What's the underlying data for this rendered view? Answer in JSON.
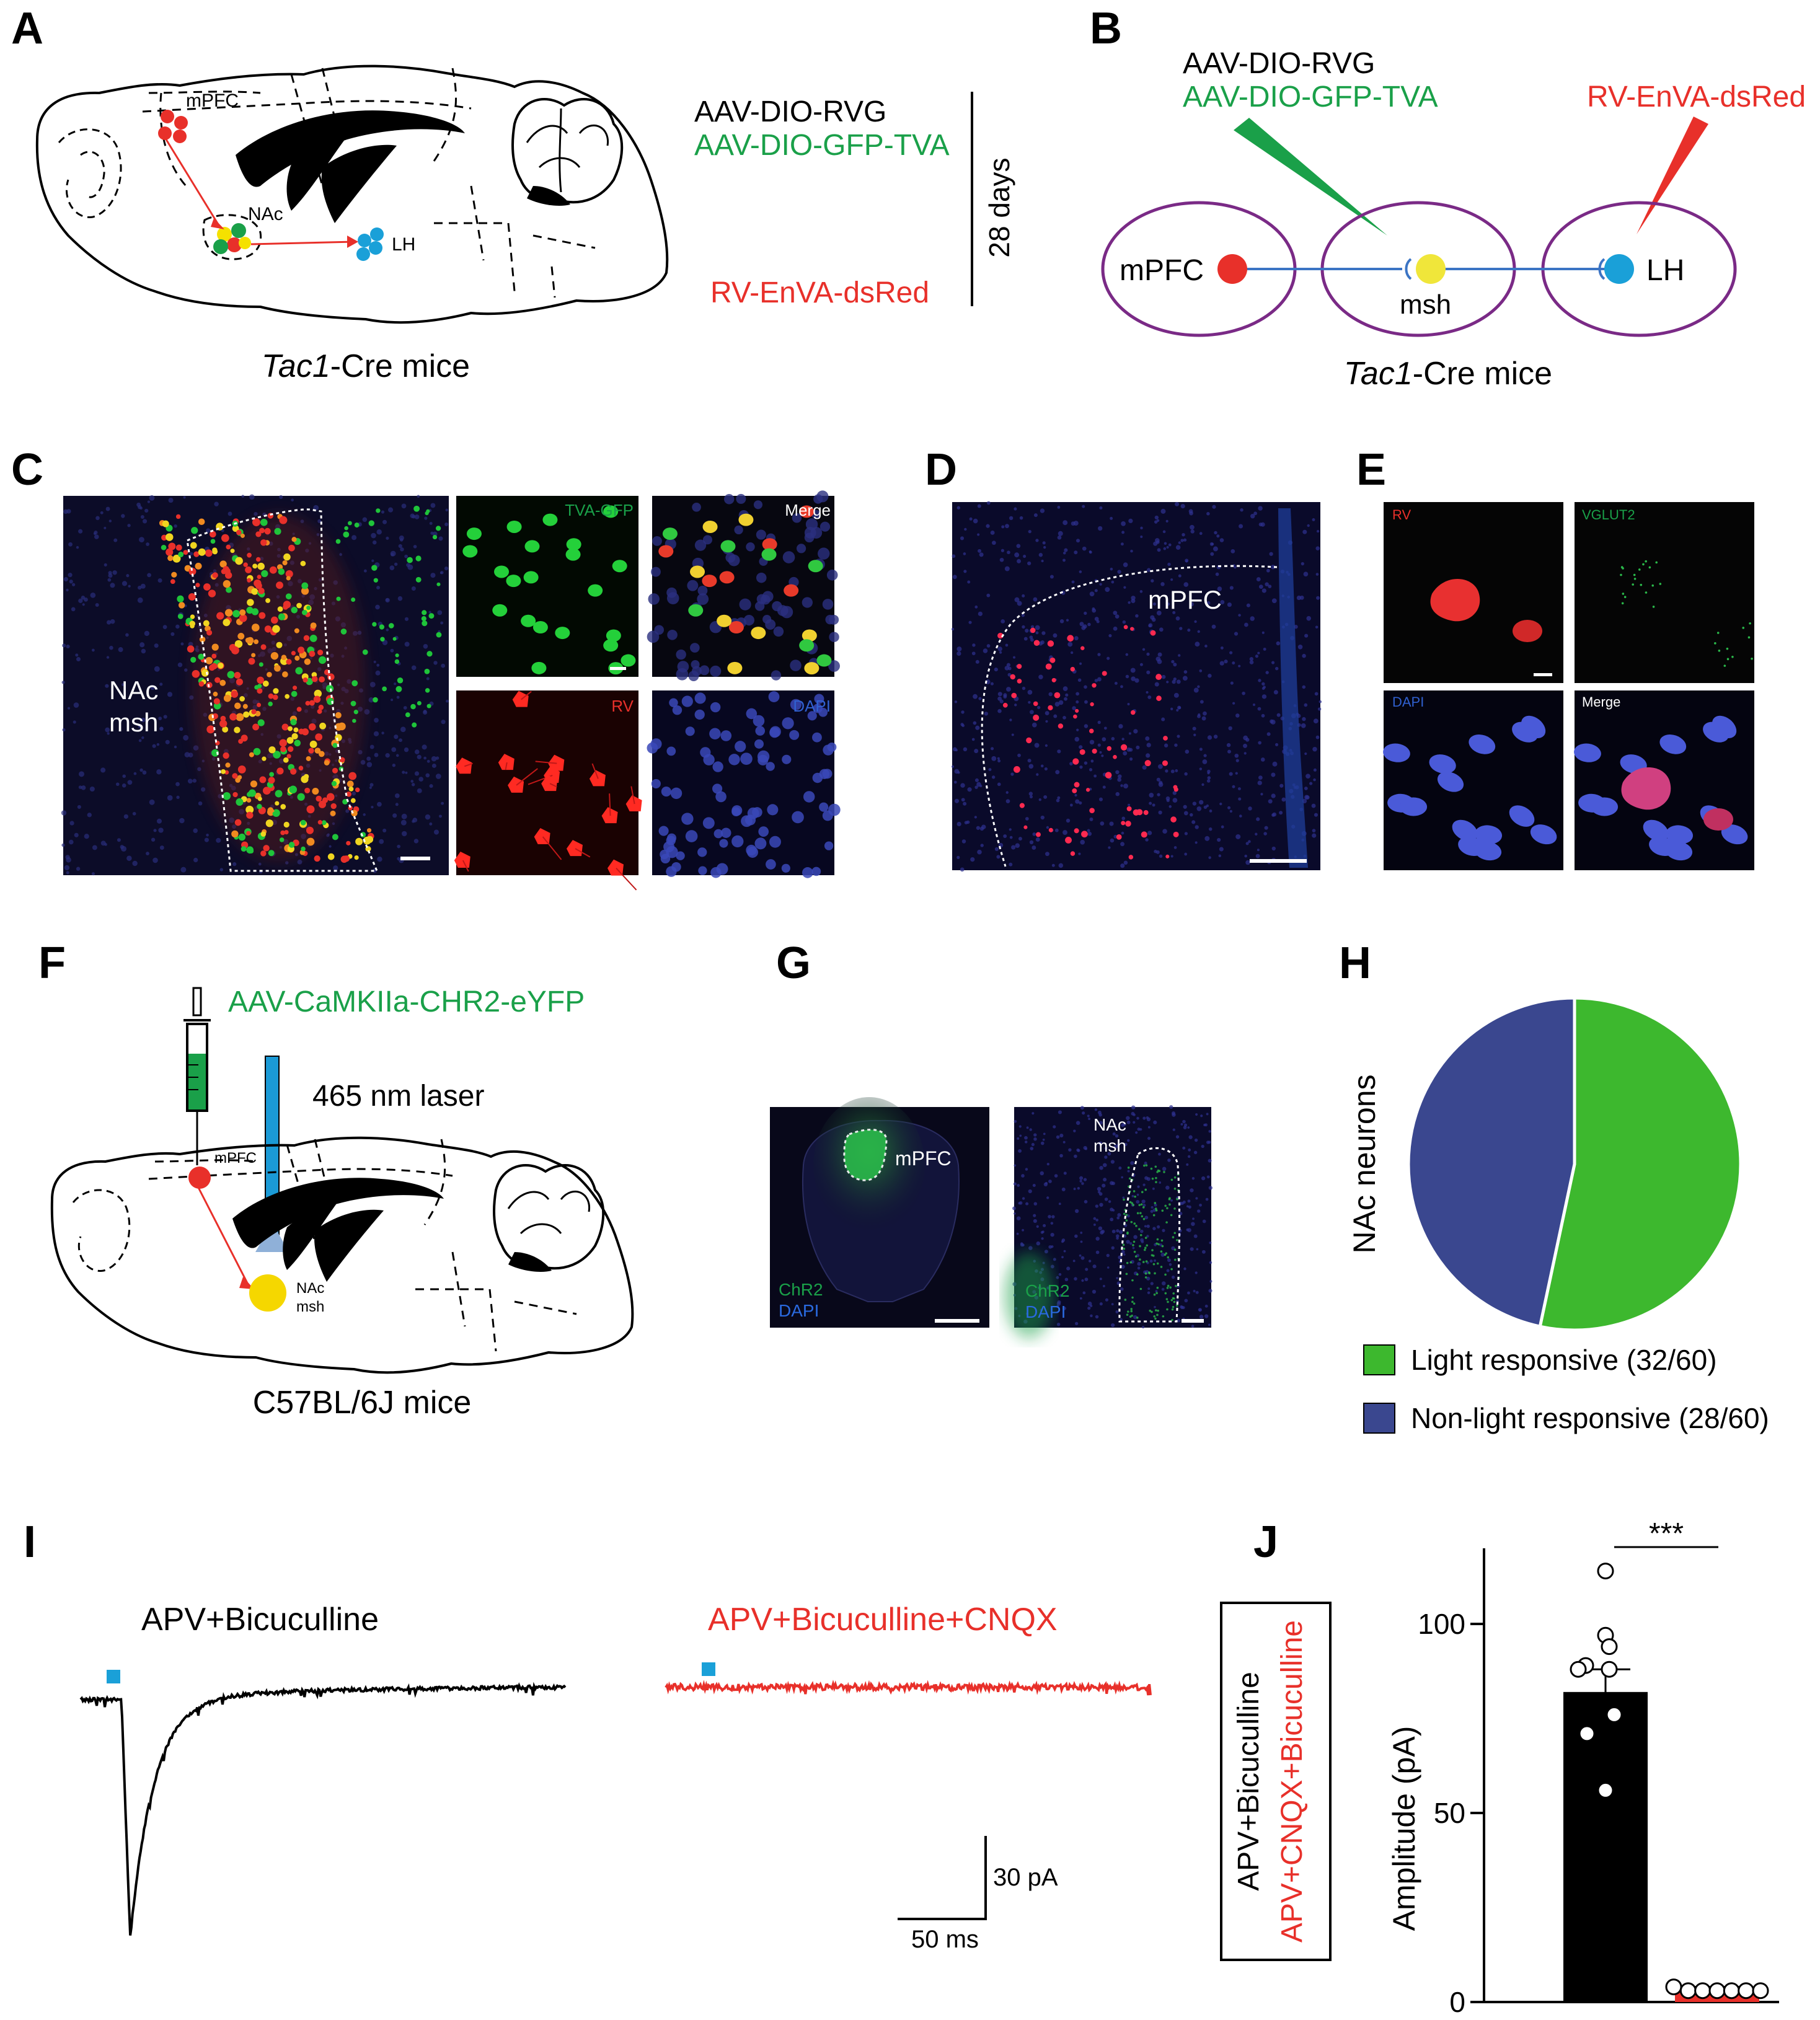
{
  "colors": {
    "red": "#e8302a",
    "green": "#1aa049",
    "yellow": "#f5e100",
    "cyan": "#1aa0d8",
    "purple": "#7a2a86",
    "pie_green": "#3db82e",
    "pie_blue": "#3a478f",
    "laser_blue": "#1b9ad6"
  },
  "panel_labels": [
    "A",
    "B",
    "C",
    "D",
    "E",
    "F",
    "G",
    "H",
    "I",
    "J"
  ],
  "panelA": {
    "region_mpfc": "mPFC",
    "region_nac": "NAc",
    "region_lh": "LH",
    "virus_rvg": "AAV-DIO-RVG",
    "virus_tva": "AAV-DIO-GFP-TVA",
    "virus_rv": "RV-EnVA-dsRed",
    "duration": "28 days",
    "caption_italic": "Tac1",
    "caption_rest": "-Cre mice"
  },
  "panelB": {
    "virus_rvg": "AAV-DIO-RVG",
    "virus_tva": "AAV-DIO-GFP-TVA",
    "virus_rv": "RV-EnVA-dsRed",
    "node_mpfc": "mPFC",
    "node_msh": "msh",
    "node_lh": "LH",
    "caption_italic": "Tac1",
    "caption_rest": "-Cre mice"
  },
  "panelC": {
    "main_label_line1": "NAc",
    "main_label_line2": "msh",
    "tile_tva": "TVA-GFP",
    "tile_merge": "Merge",
    "tile_rv": "RV",
    "tile_dapi": "DAPI"
  },
  "panelD": {
    "label": "mPFC"
  },
  "panelE": {
    "tile_rv": "RV",
    "tile_vglut2": "VGLUT2",
    "tile_dapi": "DAPI",
    "tile_merge": "Merge"
  },
  "panelF": {
    "virus": "AAV-CaMKIIa-CHR2-eYFP",
    "laser": "465 nm laser",
    "region_mpfc": "mPFC",
    "region_nac_line1": "NAc",
    "region_nac_line2": "msh",
    "caption": "C57BL/6J mice"
  },
  "panelG": {
    "left_region": "mPFC",
    "left_chr2": "ChR2",
    "left_dapi": "DAPI",
    "right_region_line1": "NAc",
    "right_region_line2": "msh",
    "right_chr2": "ChR2",
    "right_dapi": "DAPI"
  },
  "panelI": {
    "label_control": "APV+Bicuculline",
    "label_cnqx": "APV+Bicuculline+CNQX",
    "scale_y": "30 pA",
    "scale_x": "50 ms"
  },
  "chart_data": [
    {
      "type": "pie",
      "ylabel": "NAc neurons",
      "slices": [
        {
          "name": "Light responsive (32/60)",
          "value": 32,
          "color": "#3db82e"
        },
        {
          "name": "Non-light responsive (28/60)",
          "value": 28,
          "color": "#3a478f"
        }
      ],
      "legend_placement": "bottom"
    },
    {
      "type": "bar",
      "ylabel": "Amplitude (pA)",
      "ylim": [
        0,
        120
      ],
      "yticks": [
        0,
        50,
        100
      ],
      "series": [
        {
          "name": "APV+Bicuculline",
          "value": 82,
          "sem": 6,
          "points": [
            114,
            97,
            94,
            89,
            88,
            88,
            76,
            71,
            56
          ],
          "color": "#000000"
        },
        {
          "name": "APV+CNQX+Bicuculline",
          "value": 3,
          "sem": 1,
          "points": [
            4,
            3,
            3,
            3,
            3,
            3,
            3
          ],
          "color": "#e8302a"
        }
      ],
      "significance": "***"
    }
  ]
}
